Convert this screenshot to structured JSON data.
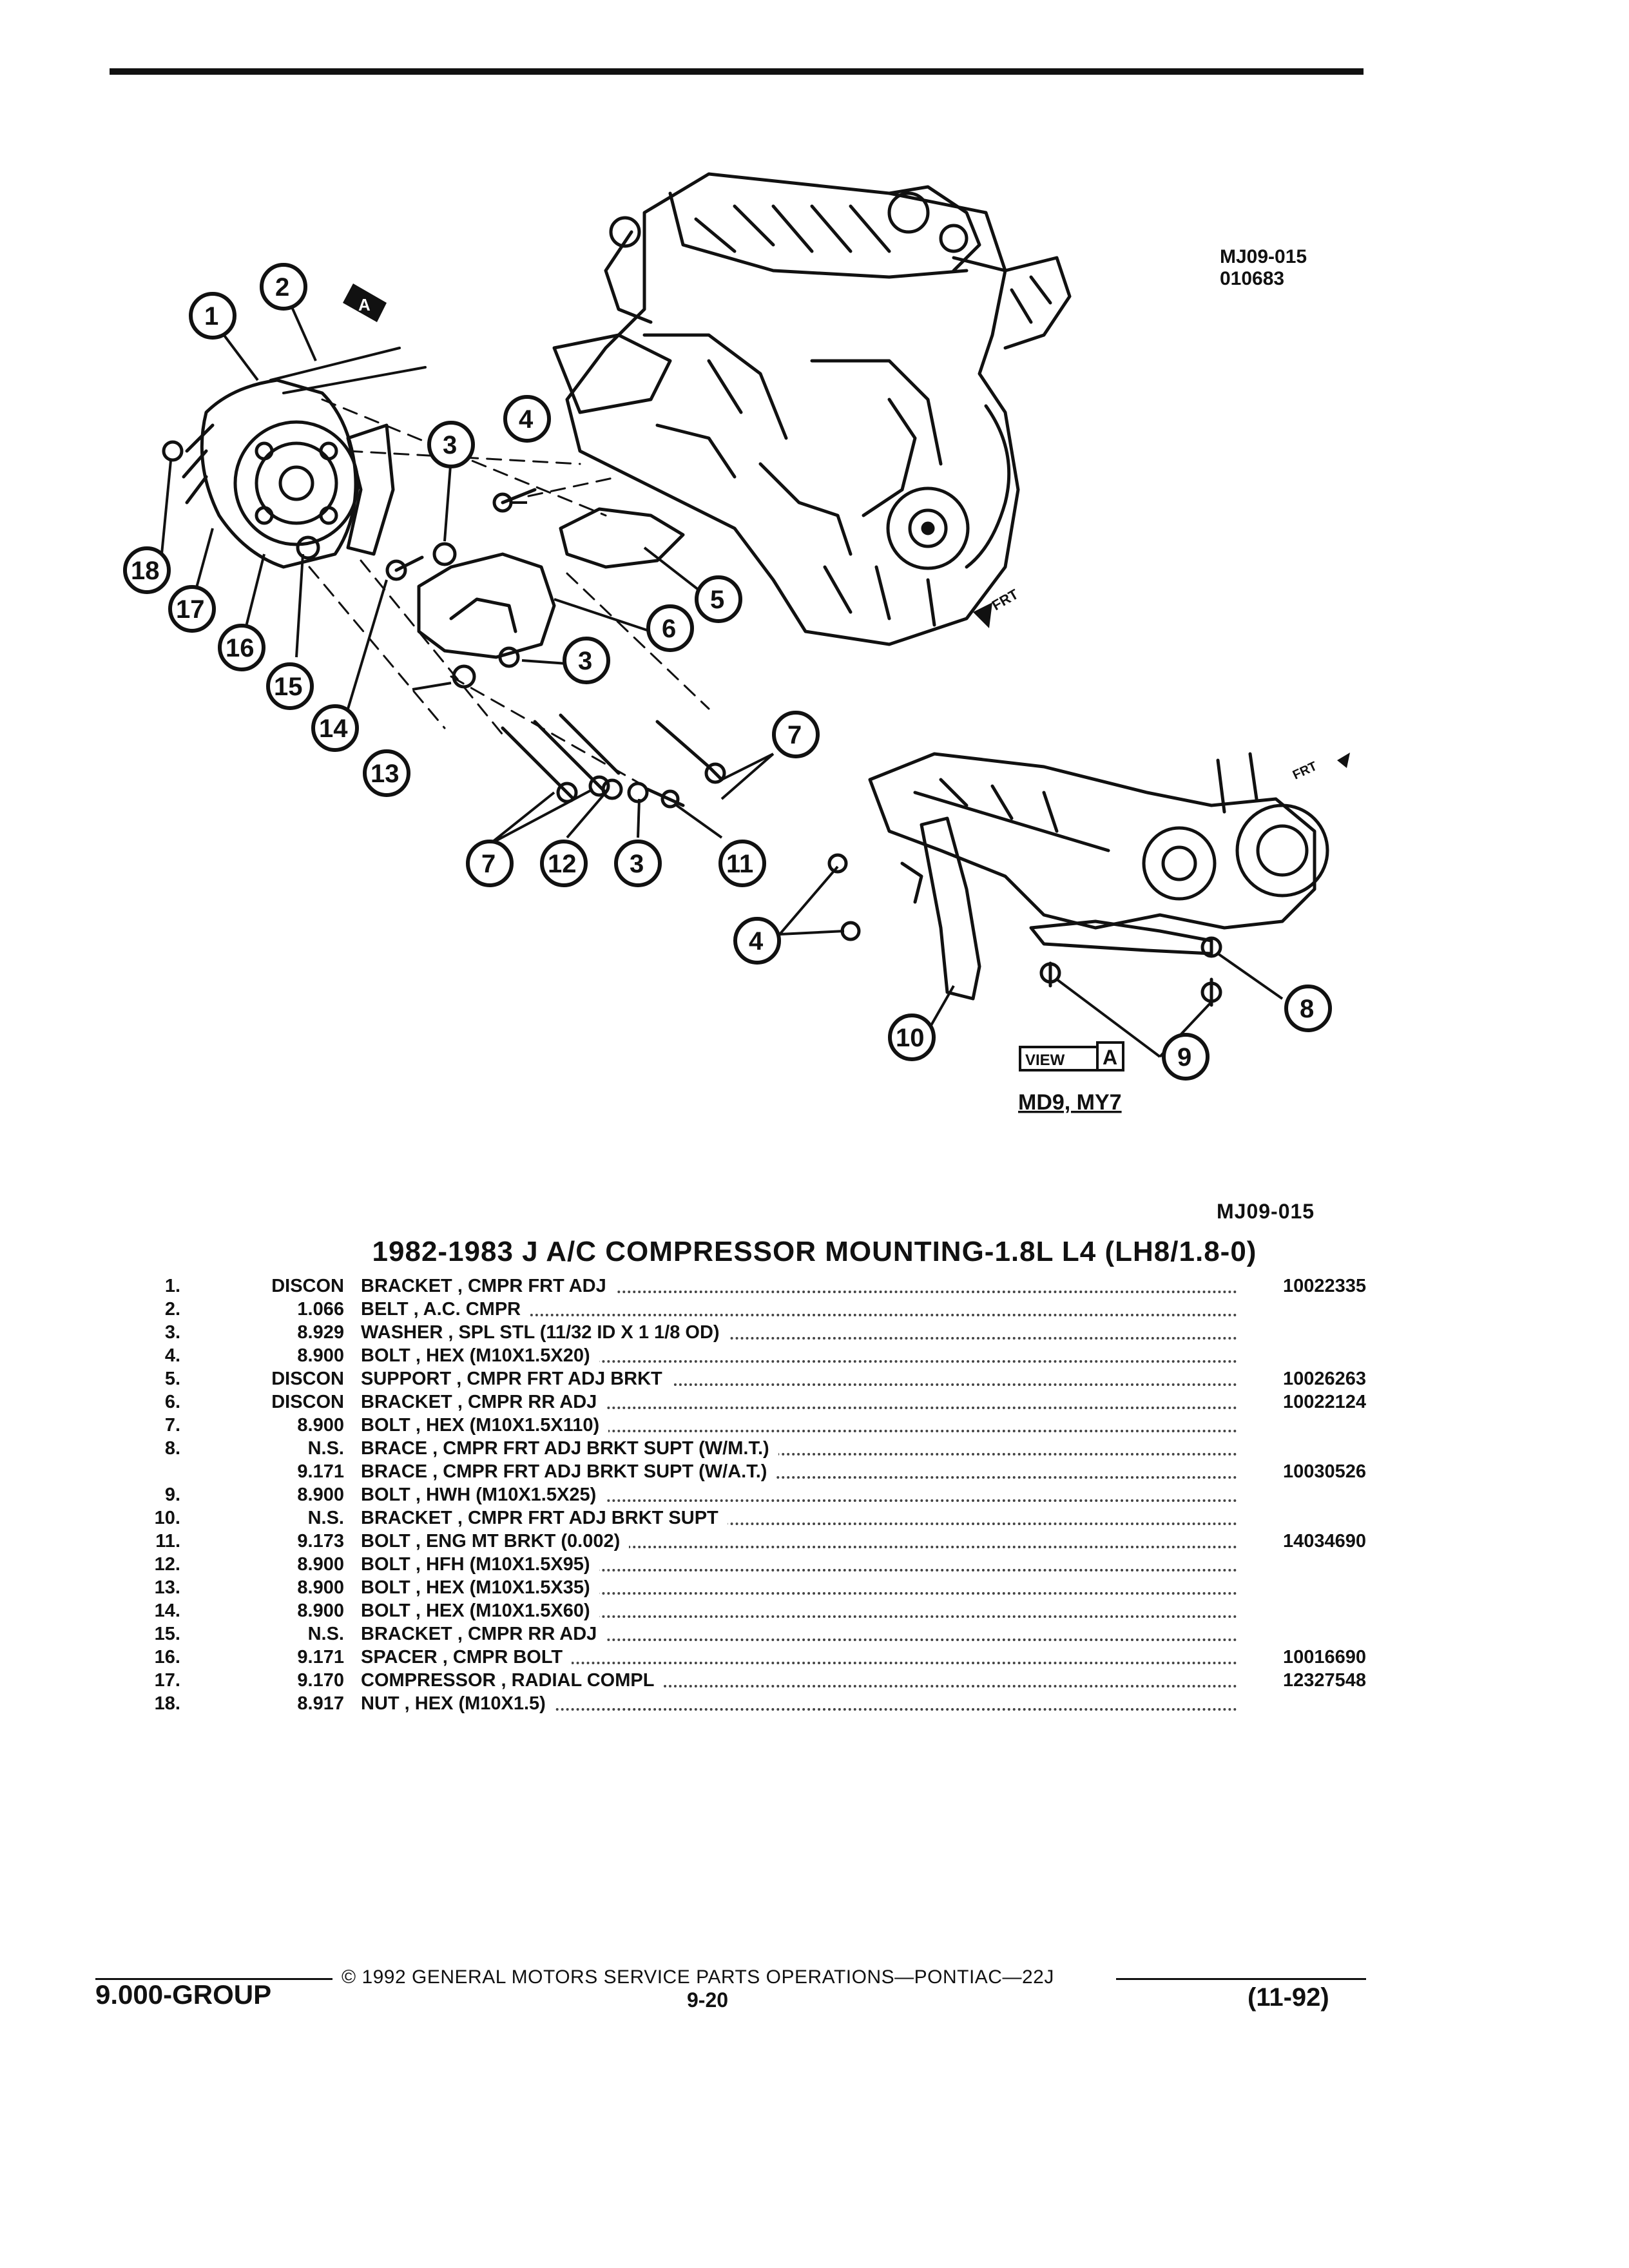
{
  "drawing": {
    "code": "MJ09-015",
    "date_code": "010683",
    "view_label": "VIEW",
    "view_letter": "A",
    "view_marker": "A",
    "frt_label": "FRT",
    "variant_label": "MD9, MY7",
    "callouts": [
      "1",
      "2",
      "3",
      "4",
      "5",
      "6",
      "7",
      "8",
      "9",
      "10",
      "11",
      "12",
      "13",
      "14",
      "15",
      "16",
      "17",
      "18"
    ]
  },
  "ref_code": "MJ09-015",
  "title": "1982-1983 J A/C COMPRESSOR MOUNTING-1.8L L4 (LH8/1.8-0)",
  "parts": [
    {
      "num": "1.",
      "group": "DISCON",
      "desc": "BRACKET , CMPR FRT ADJ",
      "pn": "10022335"
    },
    {
      "num": "2.",
      "group": "1.066",
      "desc": "BELT , A.C. CMPR",
      "pn": ""
    },
    {
      "num": "3.",
      "group": "8.929",
      "desc": "WASHER , SPL STL (11/32 ID X 1 1/8 OD)",
      "pn": ""
    },
    {
      "num": "4.",
      "group": "8.900",
      "desc": "BOLT , HEX (M10X1.5X20)",
      "pn": ""
    },
    {
      "num": "5.",
      "group": "DISCON",
      "desc": "SUPPORT , CMPR FRT ADJ BRKT",
      "pn": "10026263"
    },
    {
      "num": "6.",
      "group": "DISCON",
      "desc": "BRACKET , CMPR RR ADJ",
      "pn": "10022124"
    },
    {
      "num": "7.",
      "group": "8.900",
      "desc": "BOLT , HEX (M10X1.5X110)",
      "pn": ""
    },
    {
      "num": "8.",
      "group": "N.S.",
      "desc": "BRACE , CMPR FRT ADJ BRKT SUPT (W/M.T.)",
      "pn": ""
    },
    {
      "num": "",
      "group": "9.171",
      "desc": "BRACE , CMPR FRT ADJ BRKT SUPT (W/A.T.)",
      "pn": "10030526"
    },
    {
      "num": "9.",
      "group": "8.900",
      "desc": "BOLT , HWH (M10X1.5X25)",
      "pn": ""
    },
    {
      "num": "10.",
      "group": "N.S.",
      "desc": "BRACKET , CMPR FRT ADJ BRKT SUPT",
      "pn": ""
    },
    {
      "num": "11.",
      "group": "9.173",
      "desc": "BOLT , ENG MT BRKT (0.002)",
      "pn": "14034690"
    },
    {
      "num": "12.",
      "group": "8.900",
      "desc": "BOLT , HFH (M10X1.5X95)",
      "pn": ""
    },
    {
      "num": "13.",
      "group": "8.900",
      "desc": "BOLT , HEX (M10X1.5X35)",
      "pn": ""
    },
    {
      "num": "14.",
      "group": "8.900",
      "desc": "BOLT , HEX (M10X1.5X60)",
      "pn": ""
    },
    {
      "num": "15.",
      "group": "N.S.",
      "desc": "BRACKET , CMPR RR ADJ",
      "pn": ""
    },
    {
      "num": "16.",
      "group": "9.171",
      "desc": "SPACER , CMPR BOLT",
      "pn": "10016690"
    },
    {
      "num": "17.",
      "group": "9.170",
      "desc": "COMPRESSOR , RADIAL COMPL",
      "pn": "12327548"
    },
    {
      "num": "18.",
      "group": "8.917",
      "desc": "NUT , HEX (M10X1.5)",
      "pn": ""
    }
  ],
  "footer": {
    "copyright": "© 1992 GENERAL MOTORS SERVICE PARTS OPERATIONS—PONTIAC—22J",
    "group": "9.000-GROUP",
    "page": "9-20",
    "date": "(11-92)"
  }
}
